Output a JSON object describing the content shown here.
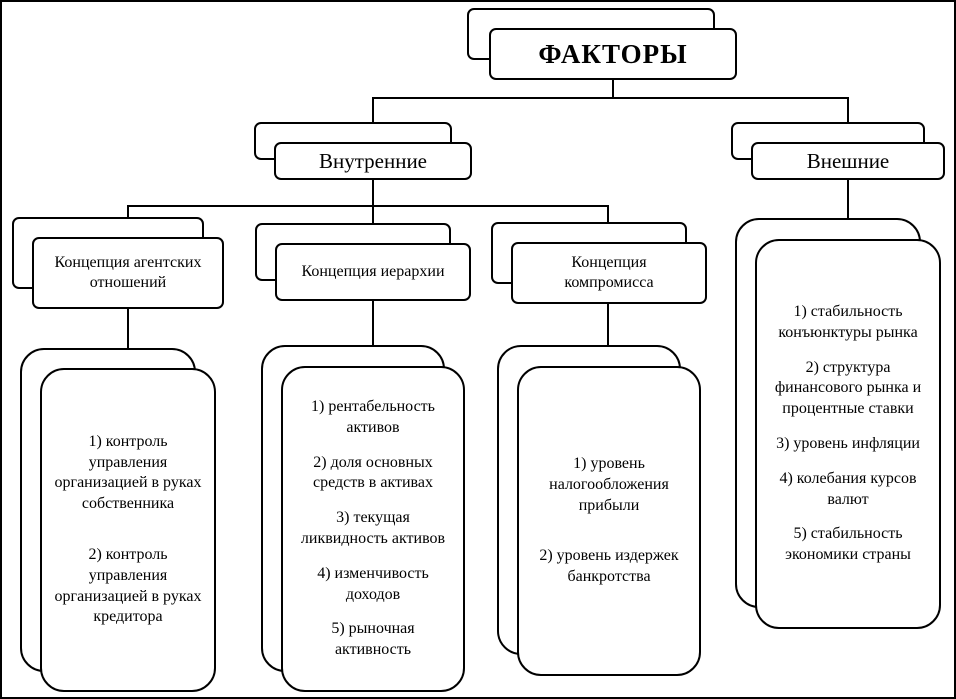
{
  "title": "ФАКТОРЫ",
  "internal": {
    "label": "Внутренние",
    "concepts": [
      {
        "label": "Концепция агентских отношений",
        "items": [
          "1) контроль управления организацией в руках собственника",
          "2) контроль управления организацией в руках кредитора"
        ]
      },
      {
        "label": "Концепция иерархии",
        "items": [
          "1) рентабельность активов",
          "2) доля основных средств в активах",
          "3) текущая ликвидность активов",
          "4) изменчивость доходов",
          "5) рыночная активность"
        ]
      },
      {
        "label": "Концепция компромисса",
        "items": [
          "1) уровень налогообложения прибыли",
          "2) уровень издержек банкротства"
        ]
      }
    ]
  },
  "external": {
    "label": "Внешние",
    "items": [
      "1) стабильность конъюнктуры рынка",
      "2) структура финансового рынка и процентные ставки",
      "3) уровень инфляции",
      "4) колебания курсов валют",
      "5) стабильность экономики страны"
    ]
  }
}
